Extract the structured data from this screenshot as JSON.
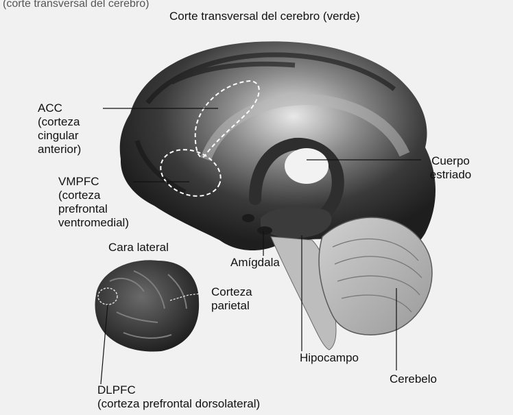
{
  "header": {
    "clipped_text": "(corte transversal del cerebro)",
    "title": "Corte transversal del cerebro (verde)"
  },
  "labels": {
    "acc": [
      "ACC",
      "(corteza",
      "cingular",
      "anterior)"
    ],
    "vmpfc": [
      "VMPFC",
      "(corteza",
      "prefrontal",
      "ventromedial)"
    ],
    "cara_lateral": "Cara lateral",
    "corteza_parietal": [
      "Corteza",
      "parietal"
    ],
    "dlpfc": [
      "DLPFC",
      "(corteza prefrontal dorsolateral)"
    ],
    "amigdala": "Amígdala",
    "cuerpo_estriado": [
      "Cuerpo",
      "estriado"
    ],
    "hipocampo": "Hipocampo",
    "cerebelo": "Cerebelo"
  },
  "colors": {
    "background": "#f1f1f1",
    "brain_dark": "#2b2b2b",
    "highlight": "#d9d9d9"
  }
}
